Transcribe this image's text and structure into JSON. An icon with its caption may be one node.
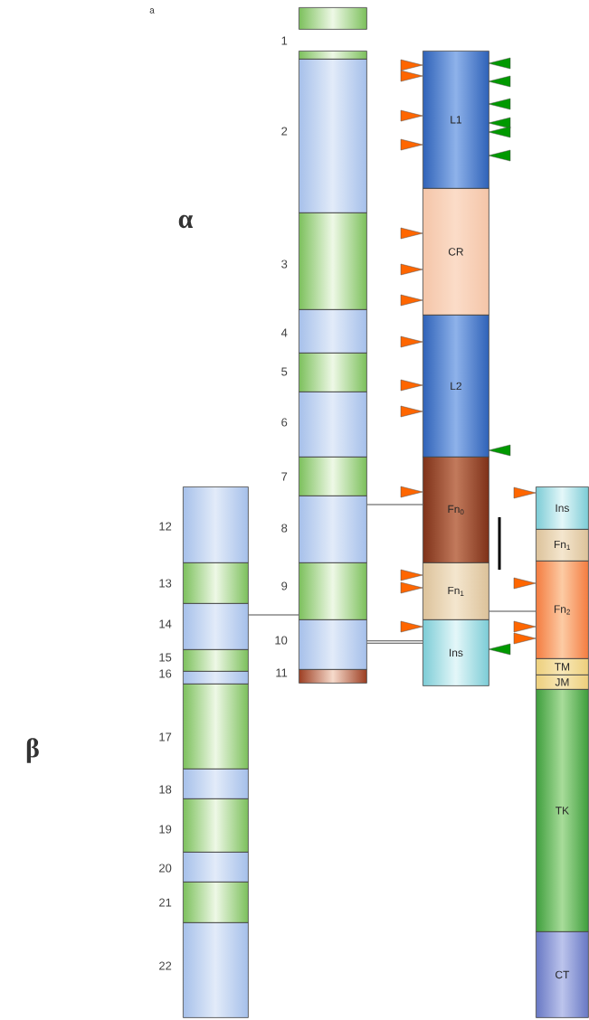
{
  "diagram": {
    "nodes": [
      {
        "text": [],
        "shape": "bar",
        "beside": [
          "1"
        ]
      },
      {
        "text": [],
        "shape": "bar"
      },
      {
        "text": [],
        "shape": "bar",
        "beside": [
          "2"
        ]
      },
      {
        "text": [],
        "shape": "bar",
        "beside": [
          "3"
        ]
      },
      {
        "text": [],
        "shape": "bar",
        "beside": [
          "4"
        ]
      },
      {
        "text": [],
        "shape": "bar",
        "beside": [
          "5"
        ]
      },
      {
        "text": [],
        "shape": "bar",
        "beside": [
          "6"
        ]
      },
      {
        "text": [],
        "shape": "bar",
        "beside": [
          "7"
        ]
      },
      {
        "text": [],
        "shape": "bar",
        "beside": [
          "8"
        ]
      },
      {
        "text": [],
        "shape": "bar",
        "beside": [
          "9"
        ]
      },
      {
        "text": [],
        "shape": "bar",
        "beside": [
          "10"
        ]
      },
      {
        "text": [],
        "shape": "bar",
        "beside": [
          "11"
        ]
      },
      {
        "text": [
          "L1"
        ]
      },
      {
        "text": [
          "CR"
        ]
      },
      {
        "text": [
          "L2"
        ]
      },
      {
        "text": [
          "Fn$_{0}$"
        ]
      },
      {
        "text": [
          "Fn$_{1}$"
        ]
      },
      {
        "text": [
          "Ins"
        ]
      },
      {
        "text": [],
        "shape": "bar",
        "beside": [
          "12"
        ]
      },
      {
        "text": [],
        "shape": "bar",
        "beside": [
          "13"
        ]
      },
      {
        "text": [],
        "shape": "bar",
        "beside": [
          "14"
        ]
      },
      {
        "text": [],
        "shape": "bar",
        "beside": [
          "15"
        ]
      },
      {
        "text": [],
        "shape": "bar",
        "beside": [
          "16"
        ]
      },
      {
        "text": [],
        "shape": "bar",
        "beside": [
          "17"
        ]
      },
      {
        "text": [],
        "shape": "bar",
        "beside": [
          "18"
        ]
      },
      {
        "text": [],
        "shape": "bar",
        "beside": [
          "19"
        ]
      },
      {
        "text": [],
        "shape": "bar",
        "beside": [
          "20"
        ]
      },
      {
        "text": [],
        "shape": "bar",
        "beside": [
          "21"
        ]
      },
      {
        "text": [],
        "shape": "bar",
        "beside": [
          "22"
        ]
      },
      {
        "text": [
          "Ins"
        ]
      },
      {
        "text": [
          "Fn$_{1}$"
        ]
      },
      {
        "text": [
          "Fn$_{2}$"
        ]
      },
      {
        "text": [
          "TM"
        ]
      },
      {
        "text": [
          "JM"
        ]
      },
      {
        "text": [
          "TK"
        ]
      },
      {
        "text": [
          "CT"
        ]
      }
    ],
    "edges": [
      {
        "from": 8,
        "to": 15,
        "arrow": "none"
      },
      {
        "from": 10,
        "to": 17,
        "arrow": "none",
        "style": "thick"
      },
      {
        "from": 20,
        "to": 9,
        "arrow": "none"
      },
      {
        "from": 16,
        "to": 31,
        "arrow": "none"
      }
    ],
    "labels": [
      "a",
      "α",
      "β"
    ]
  }
}
